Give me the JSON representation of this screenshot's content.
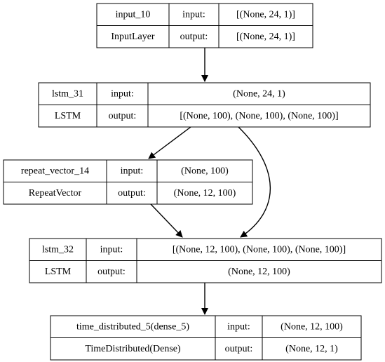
{
  "colors": {
    "background": "#ffffff",
    "stroke": "#000000",
    "text": "#000000"
  },
  "nodes": [
    {
      "id": "input_10",
      "name": "input_10",
      "type": "InputLayer",
      "input_label": "input:",
      "output_label": "output:",
      "input_shape": "[(None, 24, 1)]",
      "output_shape": "[(None, 24, 1)]"
    },
    {
      "id": "lstm_31",
      "name": "lstm_31",
      "type": "LSTM",
      "input_label": "input:",
      "output_label": "output:",
      "input_shape": "(None, 24, 1)",
      "output_shape": "[(None, 100), (None, 100), (None, 100)]"
    },
    {
      "id": "repeat_vector_14",
      "name": "repeat_vector_14",
      "type": "RepeatVector",
      "input_label": "input:",
      "output_label": "output:",
      "input_shape": "(None, 100)",
      "output_shape": "(None, 12, 100)"
    },
    {
      "id": "lstm_32",
      "name": "lstm_32",
      "type": "LSTM",
      "input_label": "input:",
      "output_label": "output:",
      "input_shape": "[(None, 12, 100), (None, 100), (None, 100)]",
      "output_shape": "(None, 12, 100)"
    },
    {
      "id": "time_distributed_5",
      "name": "time_distributed_5(dense_5)",
      "type": "TimeDistributed(Dense)",
      "input_label": "input:",
      "output_label": "output:",
      "input_shape": "(None, 12, 100)",
      "output_shape": "(None, 12, 1)"
    }
  ],
  "edges": [
    {
      "from": "input_10",
      "to": "lstm_31"
    },
    {
      "from": "lstm_31",
      "to": "repeat_vector_14"
    },
    {
      "from": "lstm_31",
      "to": "lstm_32"
    },
    {
      "from": "repeat_vector_14",
      "to": "lstm_32"
    },
    {
      "from": "lstm_32",
      "to": "time_distributed_5"
    }
  ]
}
